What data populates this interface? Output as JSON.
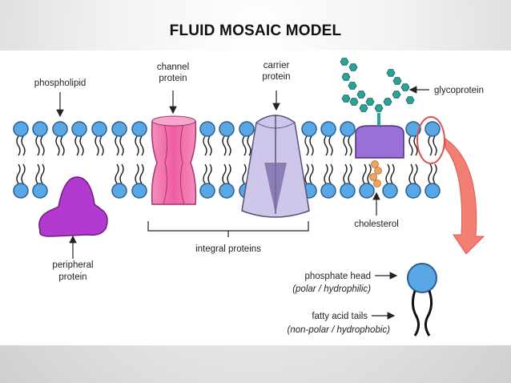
{
  "title": "FLUID MOSAIC MODEL",
  "labels": {
    "phospholipid": "phospholipid",
    "channel_protein": [
      "channel",
      "protein"
    ],
    "carrier_protein": [
      "carrier",
      "protein"
    ],
    "glycoprotein": "glycoprotein",
    "cholesterol": "cholesterol",
    "integral_proteins": "integral proteins",
    "peripheral_protein": [
      "peripheral",
      "protein"
    ],
    "phosphate_head": "phosphate head",
    "phosphate_head_note": "(polar / hydrophilic)",
    "fatty_acid_tails": "fatty acid tails",
    "fatty_acid_tails_note": "(non-polar / hydrophobic)"
  },
  "colors": {
    "lipid_head": "#5aa7e6",
    "lipid_head_stroke": "#2a5f8f",
    "channel_protein": "#f06aa8",
    "carrier_protein": "#c9c1e6",
    "glycoprotein": "#9a6fd6",
    "glyco_chain": "#2aa39a",
    "peripheral_protein": "#b23ad0",
    "cholesterol": "#f0a35a",
    "callout_circle": "#e06a6a",
    "callout_arrow": "#f27e74"
  }
}
